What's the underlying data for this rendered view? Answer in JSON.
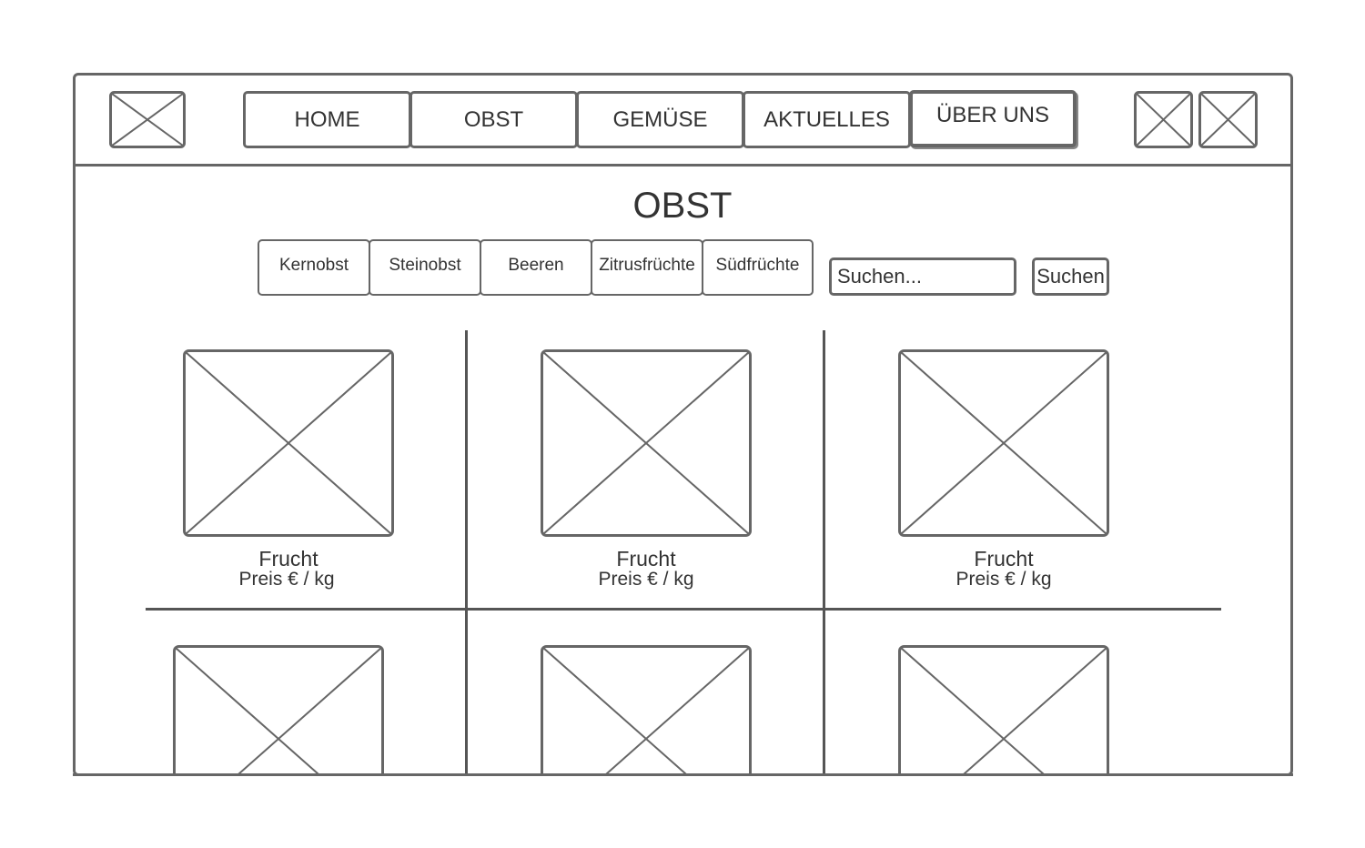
{
  "nav": {
    "items": [
      {
        "label": "HOME"
      },
      {
        "label": "OBST"
      },
      {
        "label": "GEMÜSE"
      },
      {
        "label": "AKTUELLES"
      },
      {
        "label": "ÜBER UNS",
        "active": true
      }
    ]
  },
  "page": {
    "title": "OBST"
  },
  "categories": [
    "Kernobst",
    "Steinobst",
    "Beeren",
    "Zitrusfrüchte",
    "Südfrüchte"
  ],
  "search": {
    "placeholder": "Suchen...",
    "button_label": "Suchen"
  },
  "products": [
    {
      "name": "Frucht",
      "price": "Preis € / kg"
    },
    {
      "name": "Frucht",
      "price": "Preis € / kg"
    },
    {
      "name": "Frucht",
      "price": "Preis € / kg"
    }
  ],
  "icons": {
    "logo": "image-placeholder-icon",
    "header_right_1": "image-placeholder-icon",
    "header_right_2": "image-placeholder-icon"
  },
  "colors": {
    "stroke": "#666666",
    "text": "#333333",
    "background": "#ffffff"
  }
}
